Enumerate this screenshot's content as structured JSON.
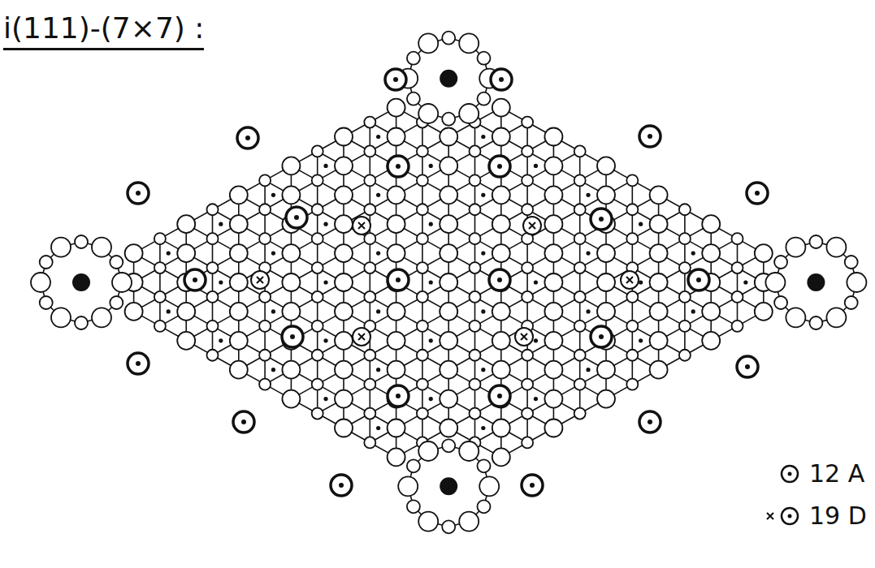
{
  "diagram": {
    "title": "i(111)-(7×7) :",
    "legend": [
      {
        "text": "12 A"
      },
      {
        "text": "19 D"
      }
    ]
  }
}
